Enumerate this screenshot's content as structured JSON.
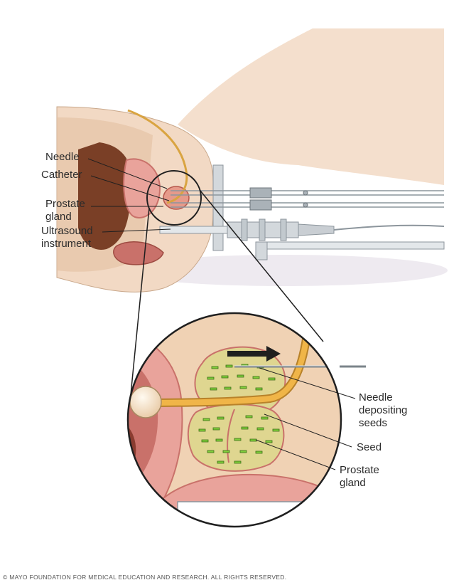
{
  "labels": {
    "needle": "Needle",
    "catheter": "Catheter",
    "prostate_gland_top": "Prostate\ngland",
    "ultrasound_instrument": "Ultrasound\ninstrument",
    "needle_depositing_seeds": "Needle\ndepositing\nseeds",
    "seed": "Seed",
    "prostate_gland_bottom": "Prostate\ngland"
  },
  "copyright": "© MAYO FOUNDATION FOR MEDICAL EDUCATION AND RESEARCH. ALL RIGHTS RESERVED.",
  "colors": {
    "skin": "#f2d9c4",
    "skin_shadow": "#e6c3a6",
    "tissue_dark": "#8a4a2c",
    "tissue_pink": "#e9a39b",
    "tissue_red": "#c9716a",
    "prostate": "#dfd690",
    "seed_green": "#7fcf3a",
    "catheter": "#f0b548",
    "instrument_gray": "#c9ced3"
  }
}
